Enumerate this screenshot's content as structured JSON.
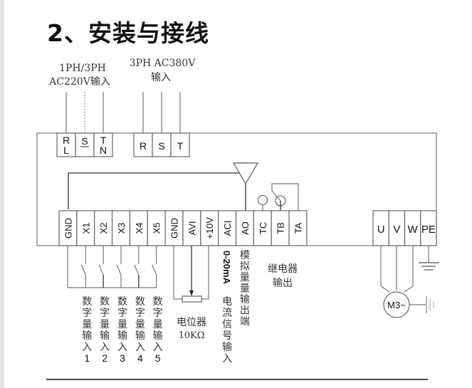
{
  "title": "2、安装与接线",
  "inputs": {
    "single_phase_label_line1": "1PH/3PH",
    "single_phase_label_line2": "AC220V输入",
    "three_phase_label_line1": "3PH  AC380V",
    "three_phase_label_line2": "输入"
  },
  "top_terminals_220": [
    {
      "top": "R",
      "bottom": "L"
    },
    {
      "top": "S",
      "bottom": ""
    },
    {
      "top": "T",
      "bottom": "N"
    }
  ],
  "top_terminals_380": [
    "R",
    "S",
    "T"
  ],
  "control_terminals": [
    "GND",
    "X1",
    "X2",
    "X3",
    "X4",
    "X5",
    "GND",
    "AVI",
    "+10V",
    "ACI",
    "AO",
    "TC",
    "TB",
    "TA"
  ],
  "output_terminals": [
    "U",
    "V",
    "W",
    "PE"
  ],
  "digital_inputs": [
    {
      "label": "数字量输入",
      "number": "1"
    },
    {
      "label": "数字量输入",
      "number": "2"
    },
    {
      "label": "数字量输入",
      "number": "3"
    },
    {
      "label": "数字量输入",
      "number": "4"
    },
    {
      "label": "数字量输入",
      "number": "5"
    }
  ],
  "potentiometer": {
    "line1": "电位器",
    "line2": "10KΩ"
  },
  "current_input": {
    "prefix": "0-20mA",
    "text": "电流信号输入"
  },
  "analog_output": {
    "text": "模拟量量输出端"
  },
  "relay_output": {
    "line1": "继电器",
    "line2": "输出"
  },
  "motor_label": "M3~"
}
